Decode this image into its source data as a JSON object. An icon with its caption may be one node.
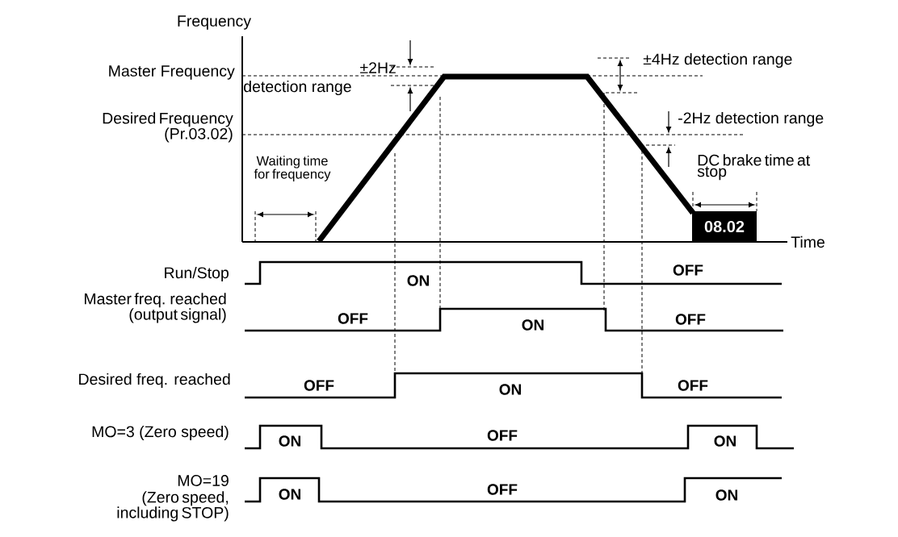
{
  "diagram": {
    "nodes": [
      {
        "text": [
          "08.02"
        ]
      }
    ],
    "labels": [
      "Frequency",
      "±4Hz detection range",
      "Master Frequency",
      "±2Hz",
      "detection range",
      "-2Hz detection range",
      "Desired Frequency (Pr.03.02)",
      "Waiting time for frequency",
      "DC brake time at stop",
      "Time",
      "Run/Stop",
      "ON",
      "OFF",
      "Master freq. reached (output signal)",
      "OFF",
      "ON",
      "OFF",
      "Desired freq. reached",
      "OFF",
      "ON",
      "OFF",
      "MO=3 (Zero speed)",
      "ON",
      "OFF",
      "ON",
      "MO=19",
      "(Zero speed, including STOP)",
      "ON",
      "OFF",
      "ON"
    ]
  }
}
